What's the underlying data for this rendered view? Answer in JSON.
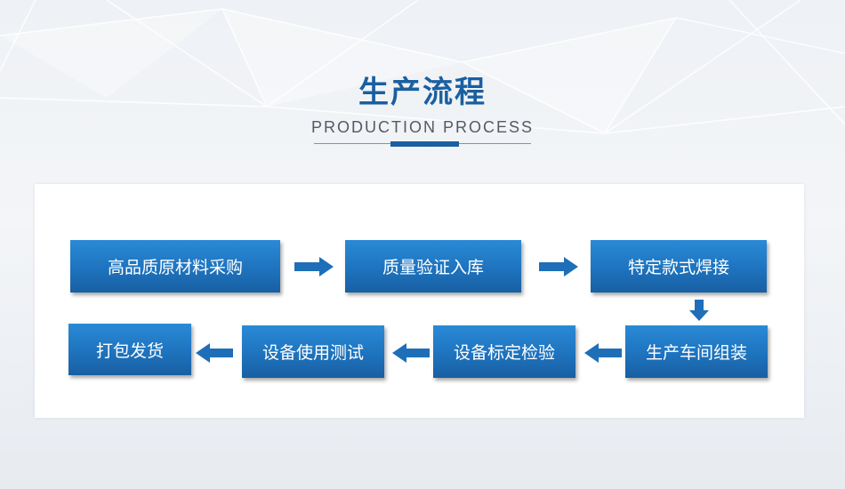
{
  "header": {
    "title": "生产流程",
    "subtitle": "PRODUCTION PROCESS"
  },
  "colors": {
    "accent": "#1a5fa0",
    "box": "#1e73be",
    "arrow": "#1e6fb8"
  },
  "steps": [
    "高品质原材料采购",
    "质量验证入库",
    "特定款式焊接",
    "生产车间组装",
    "设备标定检验",
    "设备使用测试",
    "打包发货"
  ]
}
